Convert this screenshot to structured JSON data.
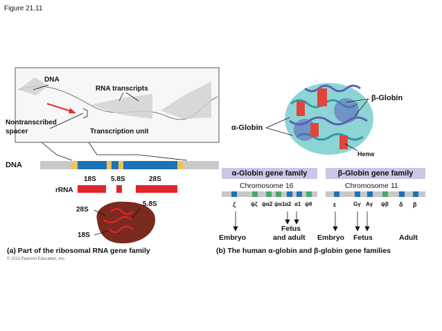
{
  "figure_label": "Figure 21.11",
  "copyright": "© 2011 Pearson Education, Inc.",
  "panel_a": {
    "micrograph": {
      "dna_label": "DNA",
      "rna_label": "RNA transcripts",
      "spacer_label_1": "Nontranscribed",
      "spacer_label_2": "spacer",
      "unit_label": "Transcription unit"
    },
    "dna_label": "DNA",
    "rrna_label": "rRNA",
    "segments": [
      "18S",
      "5.8S",
      "28S"
    ],
    "ribosome_labels": {
      "large": "28S",
      "mid": "5.8S",
      "small": "18S"
    },
    "caption": "(a) Part of the ribosomal RNA gene family",
    "colors": {
      "gene": "#1e72b8",
      "spacer": "#f2c257",
      "rrna": "#e0262b",
      "ribosome": "#7a2a1e"
    }
  },
  "panel_b": {
    "hemoglobin_labels": {
      "beta": "β-Globin",
      "alpha": "α-Globin",
      "heme": "Heme"
    },
    "alpha_family": {
      "header": "α-Globin gene family",
      "chromosome": "Chromosome 16",
      "genes": [
        "ζ",
        "ψζ",
        "ψα2",
        "ψα1",
        "α2",
        "α1",
        "ψθ"
      ],
      "stages": {
        "embryo": "Embryo",
        "fetus_1": "Fetus",
        "fetus_2": "and adult"
      }
    },
    "beta_family": {
      "header": "β-Globin gene family",
      "chromosome": "Chromosome 11",
      "genes": [
        "ε",
        "Gγ",
        "Aγ",
        "ψβ",
        "δ",
        "β"
      ],
      "stages": {
        "embryo": "Embryo",
        "fetus": "Fetus",
        "adult": "Adult"
      }
    },
    "caption": "(b) The human α-globin and β-globin gene families",
    "colors": {
      "header": "#c9c6e8",
      "gene": "#1e72b8",
      "pseudo": "#47a86d"
    }
  }
}
